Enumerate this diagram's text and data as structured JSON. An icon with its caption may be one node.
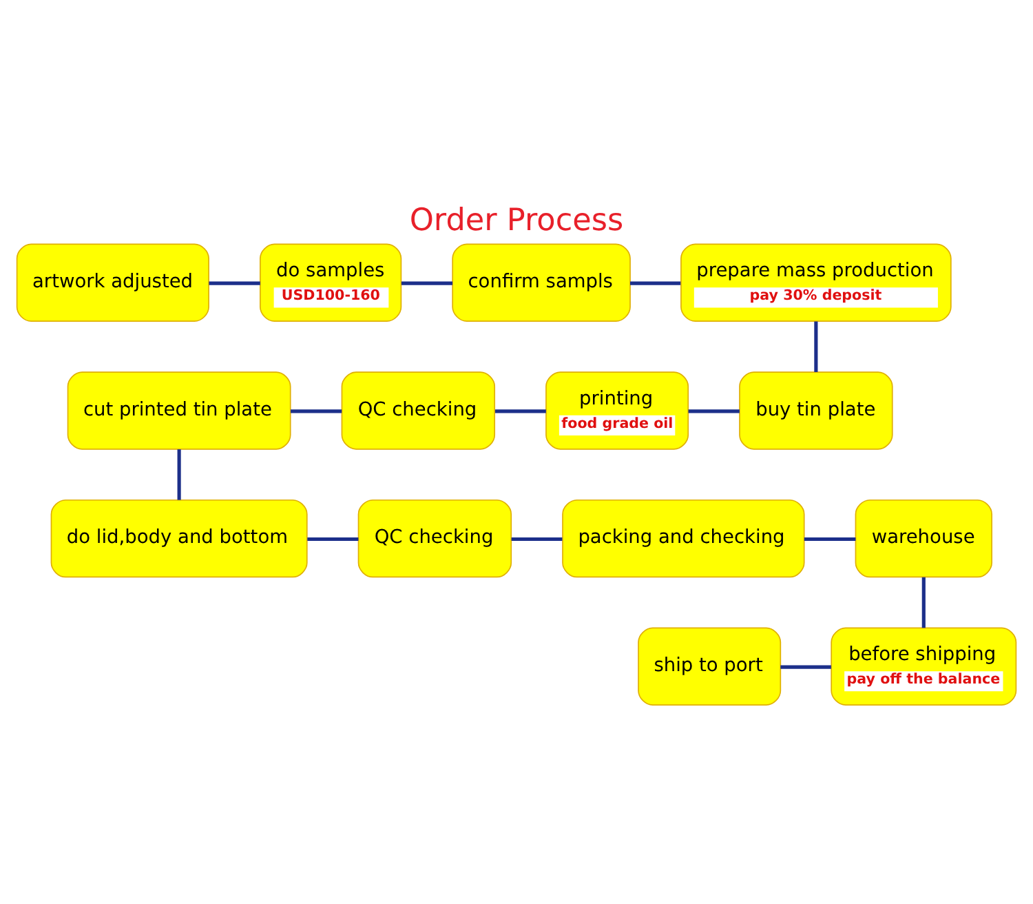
{
  "diagram": {
    "title": "Order Process",
    "nodes": [
      {
        "text": [
          "artwork adjusted"
        ]
      },
      {
        "text": [
          "do samples",
          "USD100-160"
        ]
      },
      {
        "text": [
          "confirm sampls"
        ]
      },
      {
        "text": [
          "prepare mass production",
          "pay 30% deposit"
        ]
      },
      {
        "text": [
          "buy tin plate"
        ]
      },
      {
        "text": [
          "printing",
          "food grade oil"
        ]
      },
      {
        "text": [
          "QC checking"
        ]
      },
      {
        "text": [
          "cut printed tin plate"
        ]
      },
      {
        "text": [
          "do lid,body and bottom"
        ]
      },
      {
        "text": [
          "QC checking"
        ]
      },
      {
        "text": [
          "packing and checking"
        ]
      },
      {
        "text": [
          "warehouse"
        ]
      },
      {
        "text": [
          "before shipping",
          "pay off the balance"
        ]
      },
      {
        "text": [
          "ship to port"
        ]
      }
    ],
    "edges": [
      {
        "from": 0,
        "to": 1,
        "arrow": "none"
      },
      {
        "from": 1,
        "to": 2,
        "arrow": "none"
      },
      {
        "from": 2,
        "to": 3,
        "arrow": "none"
      },
      {
        "from": 3,
        "to": 4,
        "arrow": "none"
      },
      {
        "from": 4,
        "to": 5,
        "arrow": "none"
      },
      {
        "from": 5,
        "to": 6,
        "arrow": "none"
      },
      {
        "from": 6,
        "to": 7,
        "arrow": "none"
      },
      {
        "from": 7,
        "to": 8,
        "arrow": "none"
      },
      {
        "from": 8,
        "to": 9,
        "arrow": "none"
      },
      {
        "from": 9,
        "to": 10,
        "arrow": "none"
      },
      {
        "from": 10,
        "to": 11,
        "arrow": "none"
      },
      {
        "from": 11,
        "to": 12,
        "arrow": "none"
      },
      {
        "from": 12,
        "to": 13,
        "arrow": "none"
      }
    ]
  }
}
